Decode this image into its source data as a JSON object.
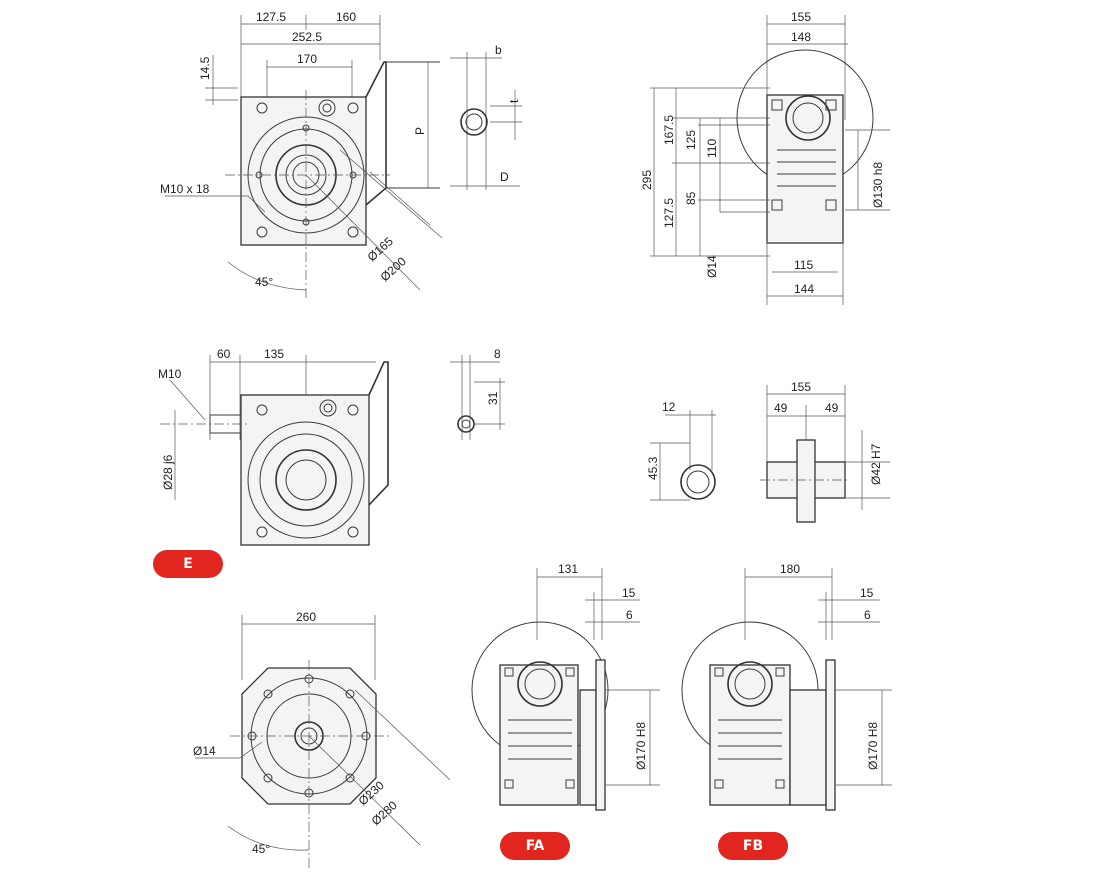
{
  "dims": {
    "d127_5": "127.5",
    "d160": "160",
    "d252_5": "252.5",
    "d14_5": "14.5",
    "d170": "170",
    "m10x18": "M10 x 18",
    "dia165": "Ø165",
    "dia200": "Ø200",
    "a45": "45°",
    "b": "b",
    "t": "t",
    "P": "P",
    "D": "D",
    "d155": "155",
    "d148": "148",
    "d295": "295",
    "d167_5": "167.5",
    "d125": "125",
    "d110": "110",
    "d85": "85",
    "d127_5b": "127.5",
    "dia130h8": "Ø130 h8",
    "dia14": "Ø14",
    "d115": "115",
    "d144": "144",
    "m10": "M10",
    "d60": "60",
    "d135": "135",
    "dia28j6": "Ø28 j6",
    "d8": "8",
    "d31": "31",
    "d12": "12",
    "d45_3": "45.3",
    "d155b": "155",
    "d49a": "49",
    "d49b": "49",
    "dia42h7": "Ø42 H7",
    "d260": "260",
    "dia14b": "Ø14",
    "dia230": "Ø230",
    "dia280": "Ø280",
    "a45b": "45°",
    "d131": "131",
    "d15a": "15",
    "d6a": "6",
    "dia170h8a": "Ø170 H8",
    "d180": "180",
    "d15b": "15",
    "d6b": "6",
    "dia170h8b": "Ø170 H8"
  },
  "badges": {
    "e": "E",
    "fa": "FA",
    "fb": "FB"
  }
}
